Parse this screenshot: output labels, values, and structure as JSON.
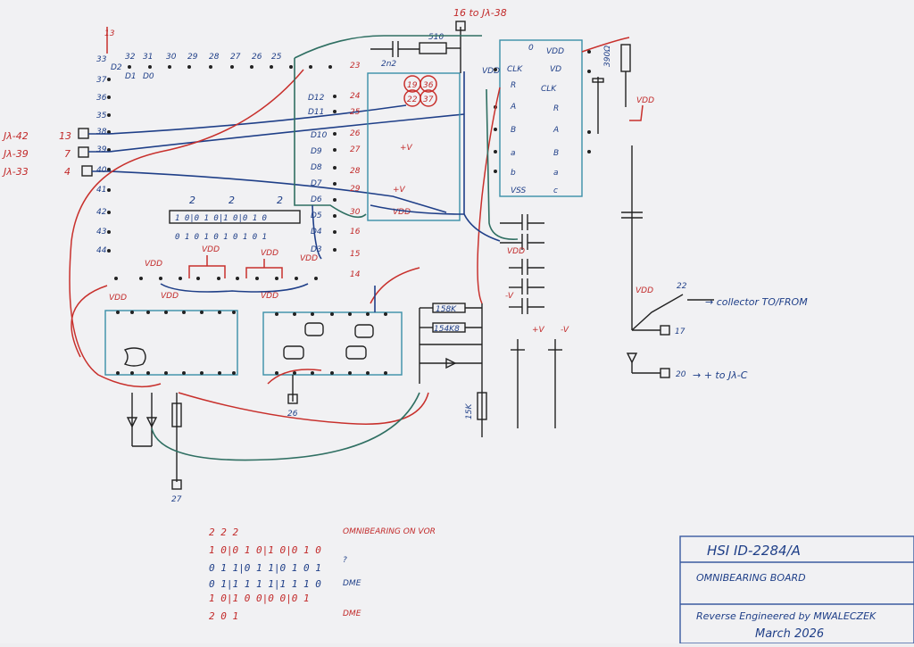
{
  "sheet": {
    "top_ref": "16 to Jλ-38",
    "top_pin": "13",
    "connectors_left": [
      {
        "label": "Jλ-42",
        "pin": "13"
      },
      {
        "label": "Jλ-39",
        "pin": "7"
      },
      {
        "label": "Jλ-33",
        "pin": "4"
      }
    ],
    "left_pins": [
      "37",
      "36",
      "35",
      "38",
      "39",
      "40",
      "41",
      "42",
      "43",
      "44"
    ],
    "top_pins": [
      "33",
      "32",
      "31",
      "30",
      "29",
      "28",
      "27",
      "26",
      "25"
    ],
    "top_pin_labels": [
      "D2",
      "D1",
      "D0"
    ],
    "d_labels": [
      "D12",
      "D11",
      "D10",
      "D9",
      "D8",
      "D7",
      "D6",
      "D5",
      "D4",
      "D3"
    ],
    "d_pins_red": [
      "23",
      "24",
      "25",
      "26",
      "27",
      "28",
      "29",
      "30",
      "16",
      "15",
      "14"
    ],
    "capacitor_top": "2n2",
    "resistor_top": "510",
    "circled": [
      "19",
      "36",
      "22",
      "37"
    ],
    "ic_right_pins_left": [
      "VDD",
      "CLK",
      "R",
      "A",
      "B",
      "a",
      "b",
      "VSS"
    ],
    "ic_right_pins_right": [
      "VDD",
      "VD",
      "CLK",
      "R",
      "A",
      "B",
      "a",
      "c"
    ],
    "resistor_right": "390Ω",
    "vdd": "VDD",
    "ic_mid_labels": [
      "+V",
      "+V",
      "VDD"
    ],
    "register_top": [
      "2",
      "2",
      "2"
    ],
    "register_bits": "1 0|0 1 0|1 0|0 1 0",
    "register_bottom": "0 1 0 1 0 1 0 1 0 1",
    "resistors_mid": [
      "158K",
      "154K8"
    ],
    "resistor_15k": "15K",
    "pin_26": "26",
    "pin_27": "27",
    "pin_22": "22",
    "pin_17": "17",
    "pin_20": "20",
    "collector_label": "→ collector TO/FROM",
    "to_jh_label": "→ + to Jλ-C",
    "plusv": "+V",
    "minusv": "-V"
  },
  "notes": {
    "rows": [
      {
        "text": "2    2    2",
        "color": "red"
      },
      {
        "text": "1 0|0 1 0|1 0|0 1 0",
        "color": "red"
      },
      {
        "text": "0 1 1|0 1 1|0 1 0 1",
        "color": "blue"
      },
      {
        "text": "0 1|1 1 1 1|1 1 1 0",
        "color": "blue"
      },
      {
        "text": "1 0|1 0 0|0 0|0 1",
        "color": "red"
      },
      {
        "text": "2    0    1",
        "color": "red"
      }
    ],
    "side": [
      {
        "text": "OMNIBEARING ON VOR",
        "color": "red"
      },
      {
        "text": "?",
        "color": "blue"
      },
      {
        "text": "DME",
        "color": "blue"
      },
      {
        "text": "",
        "color": "red"
      },
      {
        "text": "DME",
        "color": "red"
      }
    ]
  },
  "title_block": {
    "title": "HSI  ID-2284/A",
    "subtitle": "OMNIBEARING BOARD",
    "credit": "Reverse Engineered by MWALECZEK",
    "date": "March 2026"
  }
}
